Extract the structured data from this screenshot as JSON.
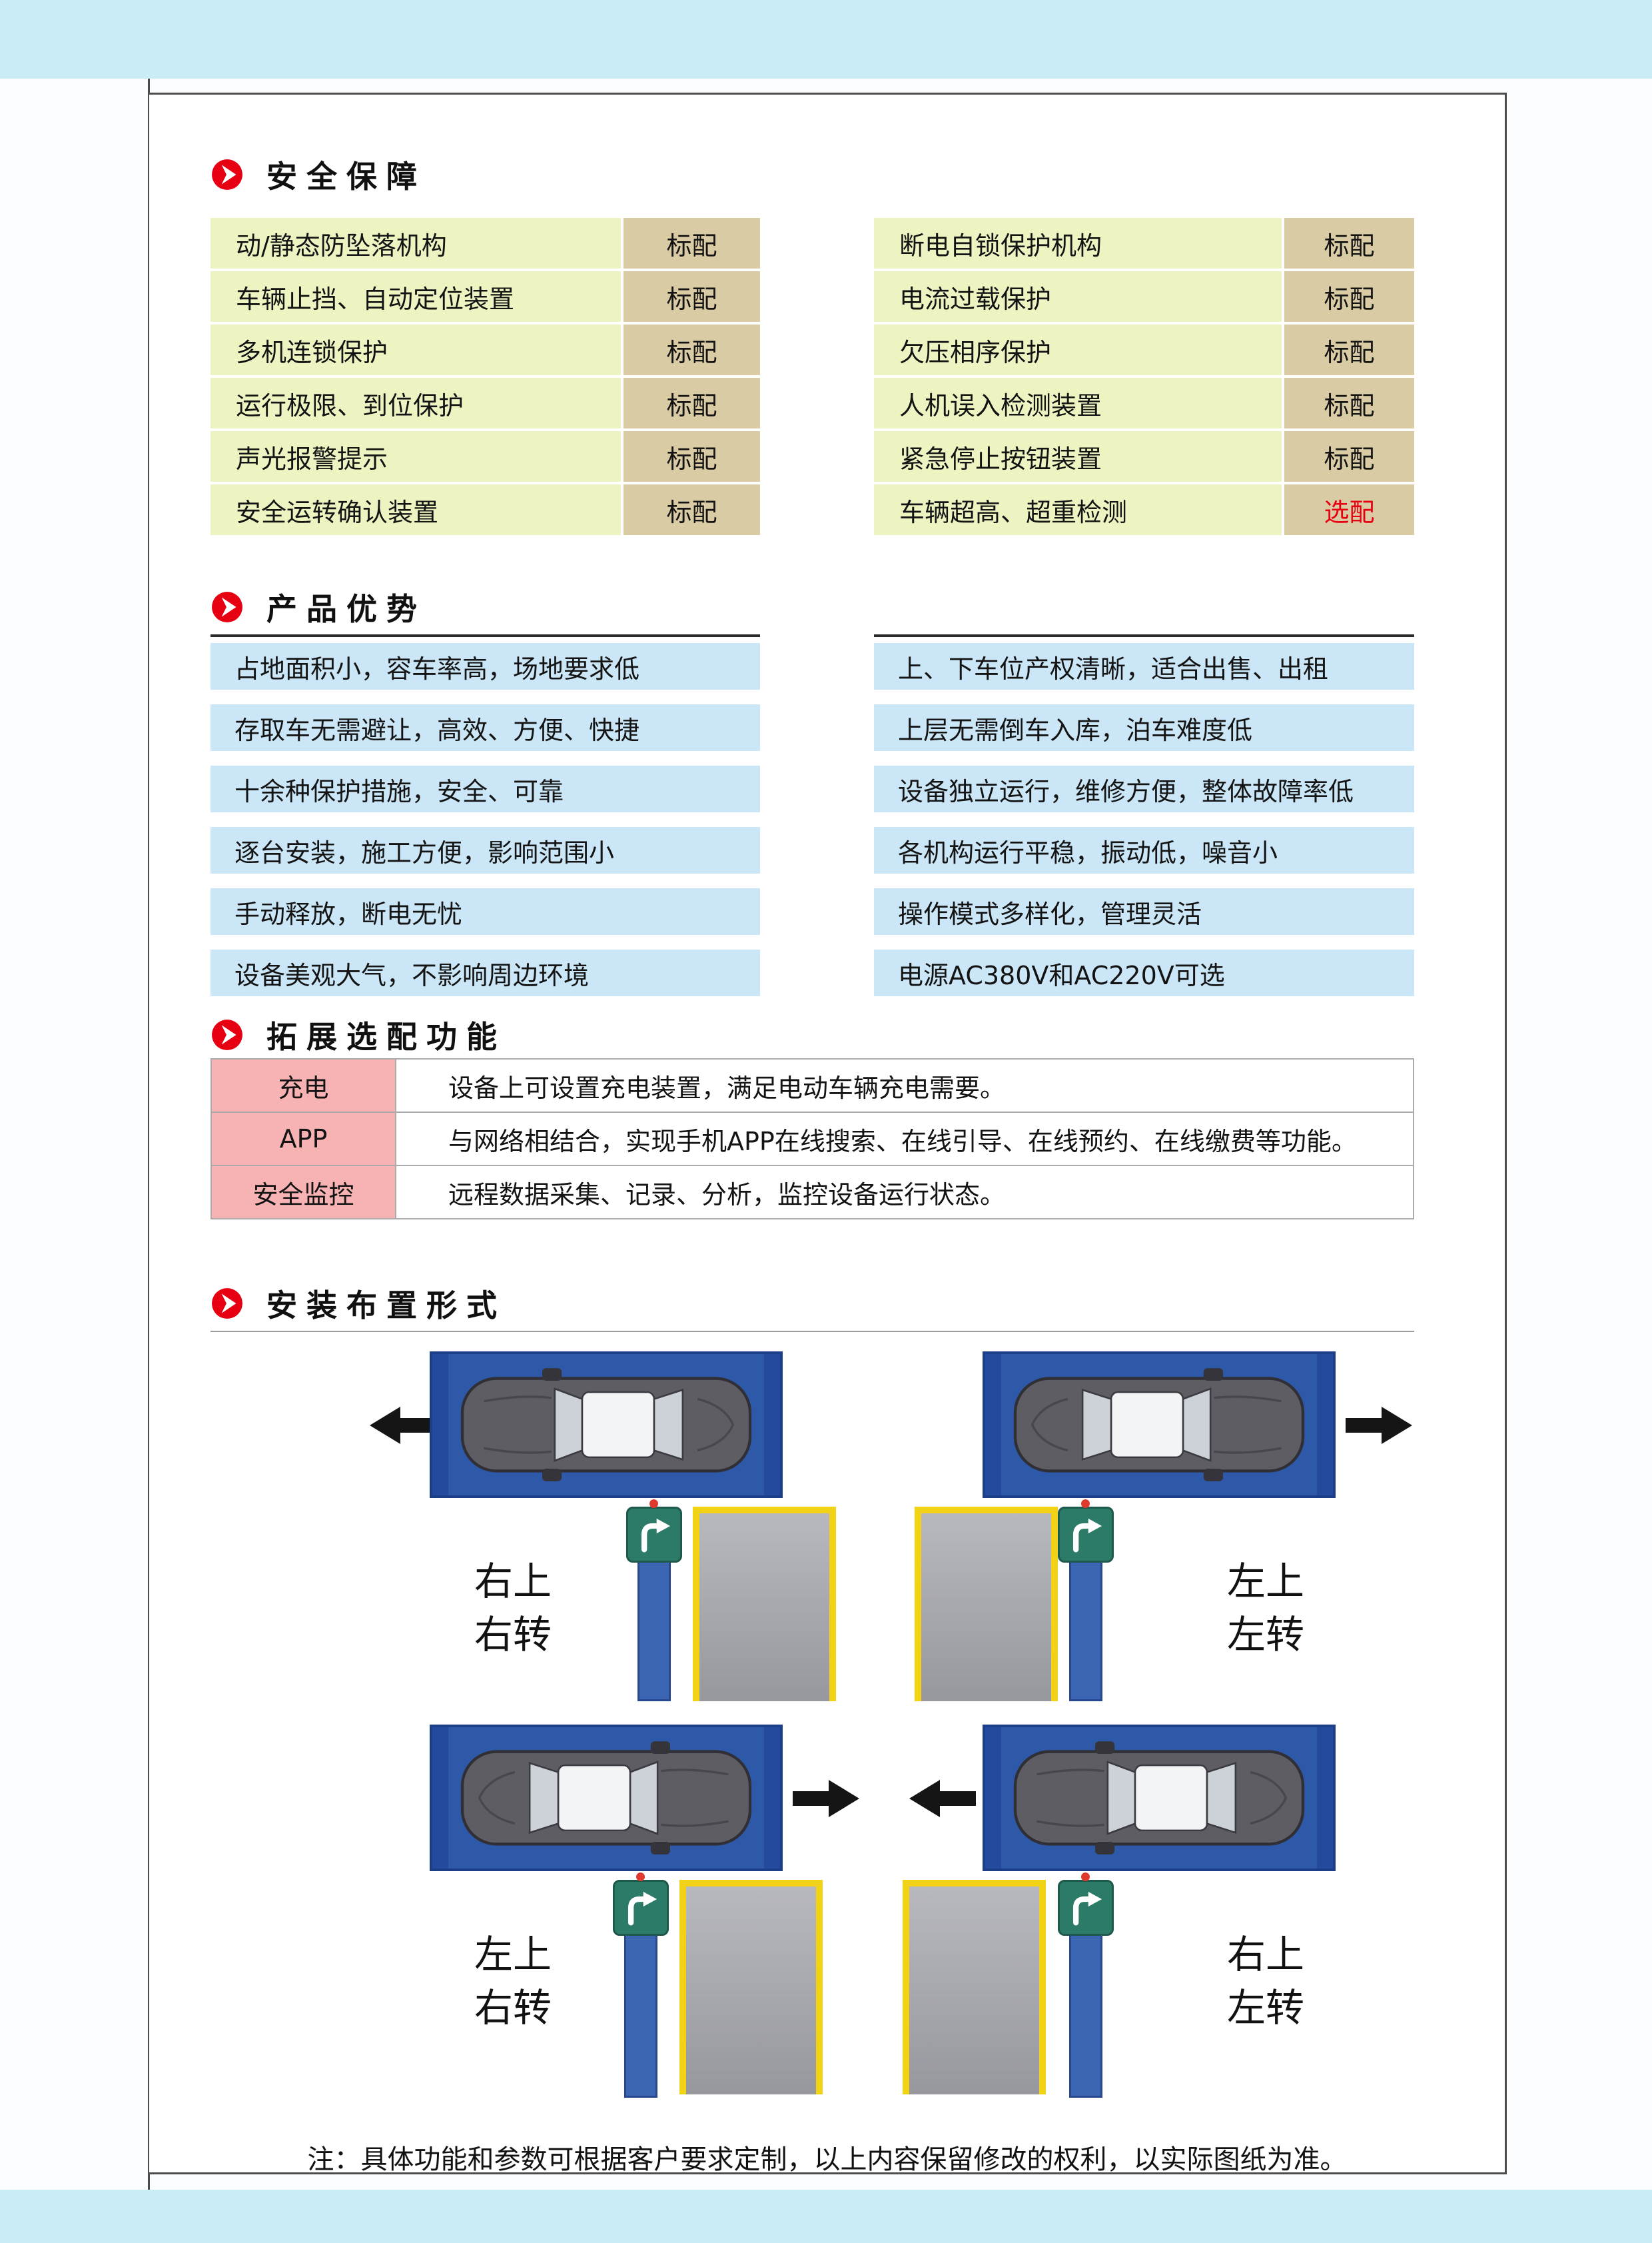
{
  "page": {
    "note": "注：具体功能和参数可根据客户要求定制，以上内容保留修改的权利，以实际图纸为准。"
  },
  "colors": {
    "accent_red": "#e60012",
    "optional_text": "#e60012",
    "band_cyan": "#c9ecf6",
    "table_label_yellow": "#eef3c2",
    "table_value_tan": "#d9cba3",
    "advantage_blue": "#cbe7f7",
    "optional_label_pink": "#f7b3b3",
    "platform_blue": "#2e58a8",
    "ramp_yellow": "#f2d214"
  },
  "safety": {
    "title": "安全保障",
    "left": [
      {
        "label": "动/静态防坠落机构",
        "value": "标配"
      },
      {
        "label": "车辆止挡、自动定位装置",
        "value": "标配"
      },
      {
        "label": "多机连锁保护",
        "value": "标配"
      },
      {
        "label": "运行极限、到位保护",
        "value": "标配"
      },
      {
        "label": "声光报警提示",
        "value": "标配"
      },
      {
        "label": "安全运转确认装置",
        "value": "标配"
      }
    ],
    "right": [
      {
        "label": "断电自锁保护机构",
        "value": "标配"
      },
      {
        "label": "电流过载保护",
        "value": "标配"
      },
      {
        "label": "欠压相序保护",
        "value": "标配"
      },
      {
        "label": "人机误入检测装置",
        "value": "标配"
      },
      {
        "label": "紧急停止按钮装置",
        "value": "标配"
      },
      {
        "label": "车辆超高、超重检测",
        "value": "选配"
      }
    ]
  },
  "advantages": {
    "title": "产品优势",
    "left": [
      "占地面积小，容车率高，场地要求低",
      "存取车无需避让，高效、方便、快捷",
      "十余种保护措施，安全、可靠",
      "逐台安装，施工方便，影响范围小",
      "手动释放，断电无忧",
      "设备美观大气，不影响周边环境"
    ],
    "right": [
      "上、下车位产权清晰，适合出售、出租",
      "上层无需倒车入库，泊车难度低",
      "设备独立运行，维修方便，整体故障率低",
      "各机构运行平稳，振动低，噪音小",
      "操作模式多样化，管理灵活",
      "电源AC380V和AC220V可选"
    ]
  },
  "optional_functions": {
    "title": "拓展选配功能",
    "rows": [
      {
        "label": "充电",
        "desc": "设备上可设置充电装置，满足电动车辆充电需要。"
      },
      {
        "label": "APP",
        "desc": "与网络相结合，实现手机APP在线搜索、在线引导、在线预约、在线缴费等功能。"
      },
      {
        "label": "安全监控",
        "desc": "远程数据采集、记录、分析，监控设备运行状态。"
      }
    ]
  },
  "installation": {
    "title": "安装布置形式",
    "diagrams": [
      {
        "line1": "右上",
        "line2": "右转",
        "arrow": "left"
      },
      {
        "line1": "左上",
        "line2": "左转",
        "arrow": "right"
      },
      {
        "line1": "左上",
        "line2": "右转",
        "arrow": "right"
      },
      {
        "line1": "右上",
        "line2": "左转",
        "arrow": "left"
      }
    ]
  }
}
